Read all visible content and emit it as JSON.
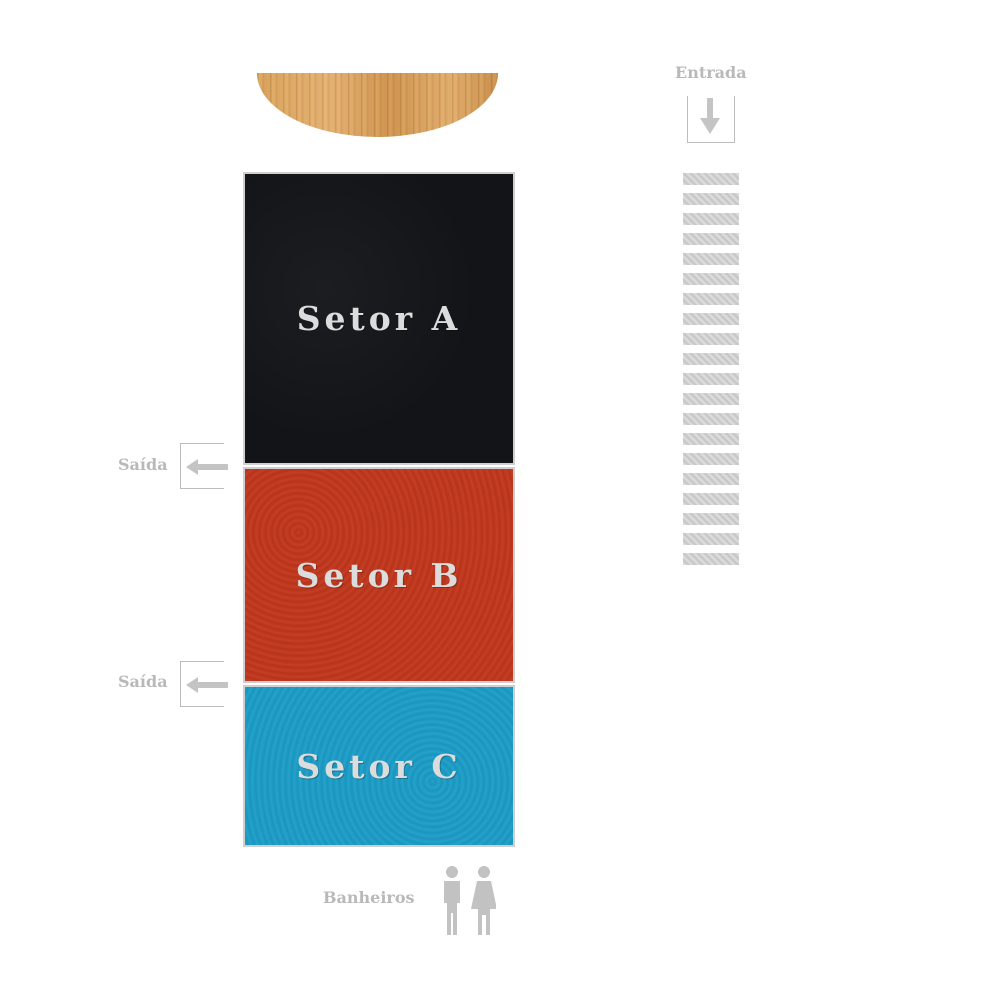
{
  "stage": {
    "label": ""
  },
  "sectors": [
    {
      "label": "Setor A",
      "color": "#121418"
    },
    {
      "label": "Setor B",
      "color": "#c2361b"
    },
    {
      "label": "Setor C",
      "color": "#1a9dc8"
    }
  ],
  "exits": [
    {
      "label": "Saída",
      "icon": "arrow-left-icon"
    },
    {
      "label": "Saída",
      "icon": "arrow-left-icon"
    }
  ],
  "entrance": {
    "label": "Entrada",
    "icon": "arrow-down-icon"
  },
  "stairs": {
    "icon": "stairs-icon",
    "steps": 20
  },
  "bathrooms": {
    "label": "Banheiros",
    "icon": "restroom-icon"
  },
  "colors": {
    "label_gray": "#b9b9b9",
    "wood": "#d9a25c"
  }
}
